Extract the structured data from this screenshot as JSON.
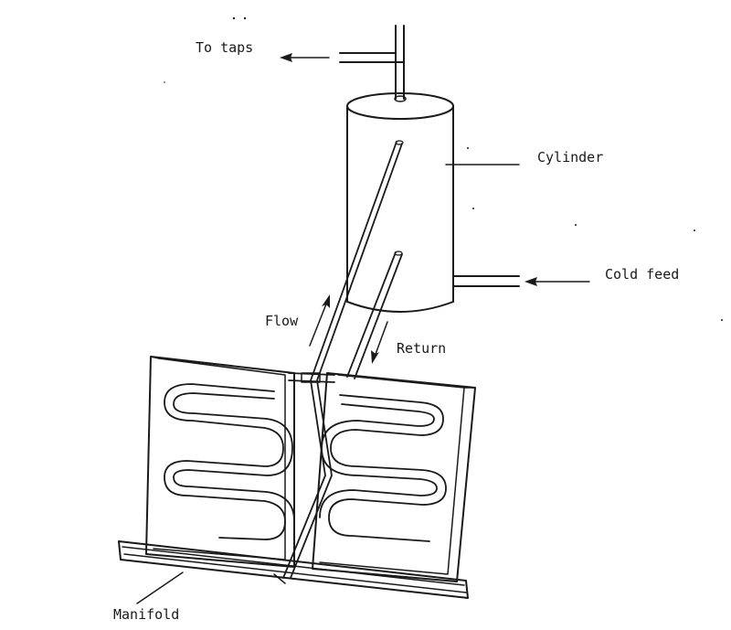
{
  "diagram": {
    "labels": {
      "to_taps": "To taps",
      "cylinder": "Cylinder",
      "cold_feed": "Cold feed",
      "flow": "Flow",
      "return": "Return",
      "manifold": "Manifold"
    },
    "components": {
      "cylinder_icon": "hot-water-cylinder",
      "left_panel_icon": "solar-collector-panel",
      "right_panel_icon": "solar-collector-panel"
    }
  }
}
